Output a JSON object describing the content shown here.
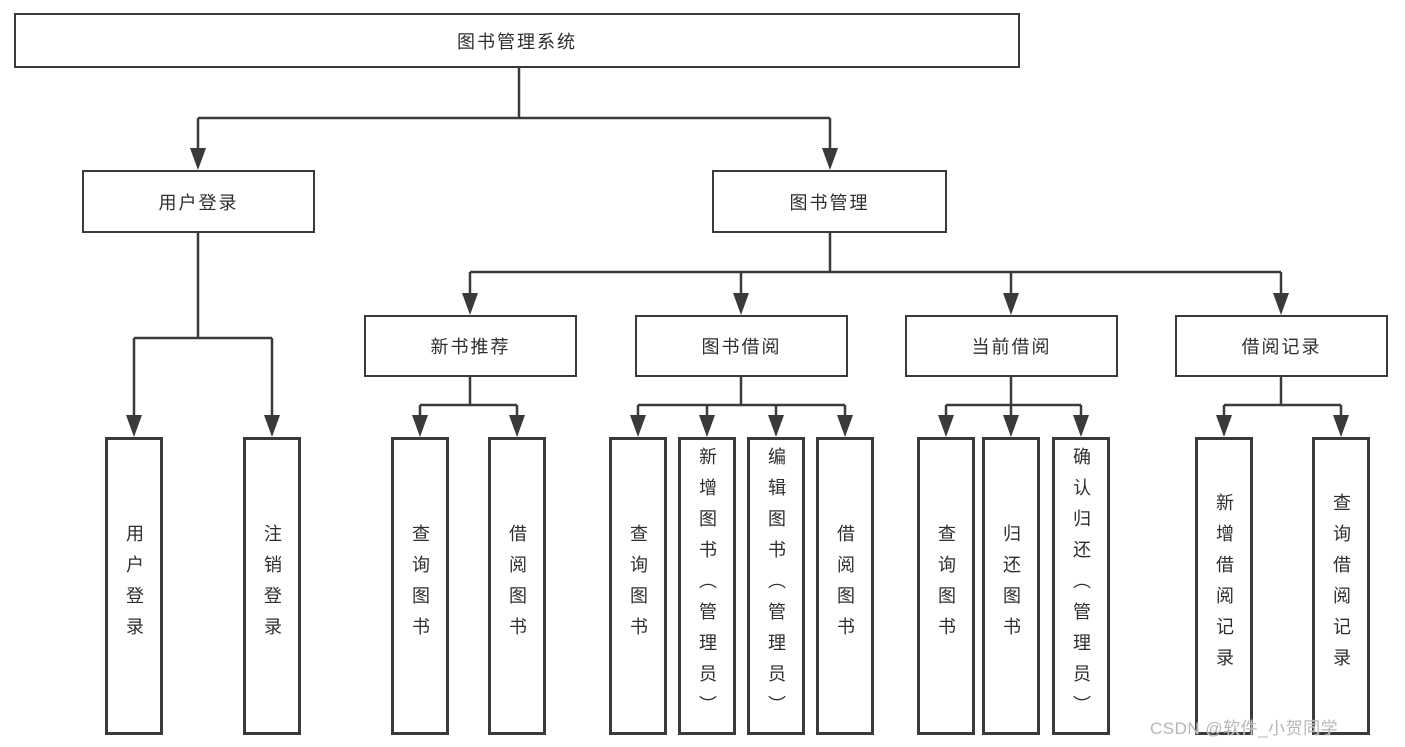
{
  "diagram_type": "functional-structure-tree",
  "tree": {
    "root": {
      "label": "图书管理系统",
      "children": [
        {
          "label": "用户登录",
          "children": [
            {
              "label": "用户登录"
            },
            {
              "label": "注销登录"
            }
          ]
        },
        {
          "label": "图书管理",
          "children": [
            {
              "label": "新书推荐",
              "children": [
                {
                  "label": "查询图书"
                },
                {
                  "label": "借阅图书"
                }
              ]
            },
            {
              "label": "图书借阅",
              "children": [
                {
                  "label": "查询图书"
                },
                {
                  "label": "新增图书（管理员）"
                },
                {
                  "label": "编辑图书（管理员）"
                },
                {
                  "label": "借阅图书"
                }
              ]
            },
            {
              "label": "当前借阅",
              "children": [
                {
                  "label": "查询图书"
                },
                {
                  "label": "归还图书"
                },
                {
                  "label": "确认归还（管理员）"
                }
              ]
            },
            {
              "label": "借阅记录",
              "children": [
                {
                  "label": "新增借阅记录"
                },
                {
                  "label": "查询借阅记录"
                }
              ]
            }
          ]
        }
      ]
    }
  },
  "watermark": {
    "text": "CSDN @软件_小贺同学"
  },
  "colors": {
    "line": "#3a3a3a",
    "box_border": "#3a3a3a",
    "text": "#2e2e2e",
    "background": "#ffffff",
    "watermark": "#b7b7b7"
  }
}
